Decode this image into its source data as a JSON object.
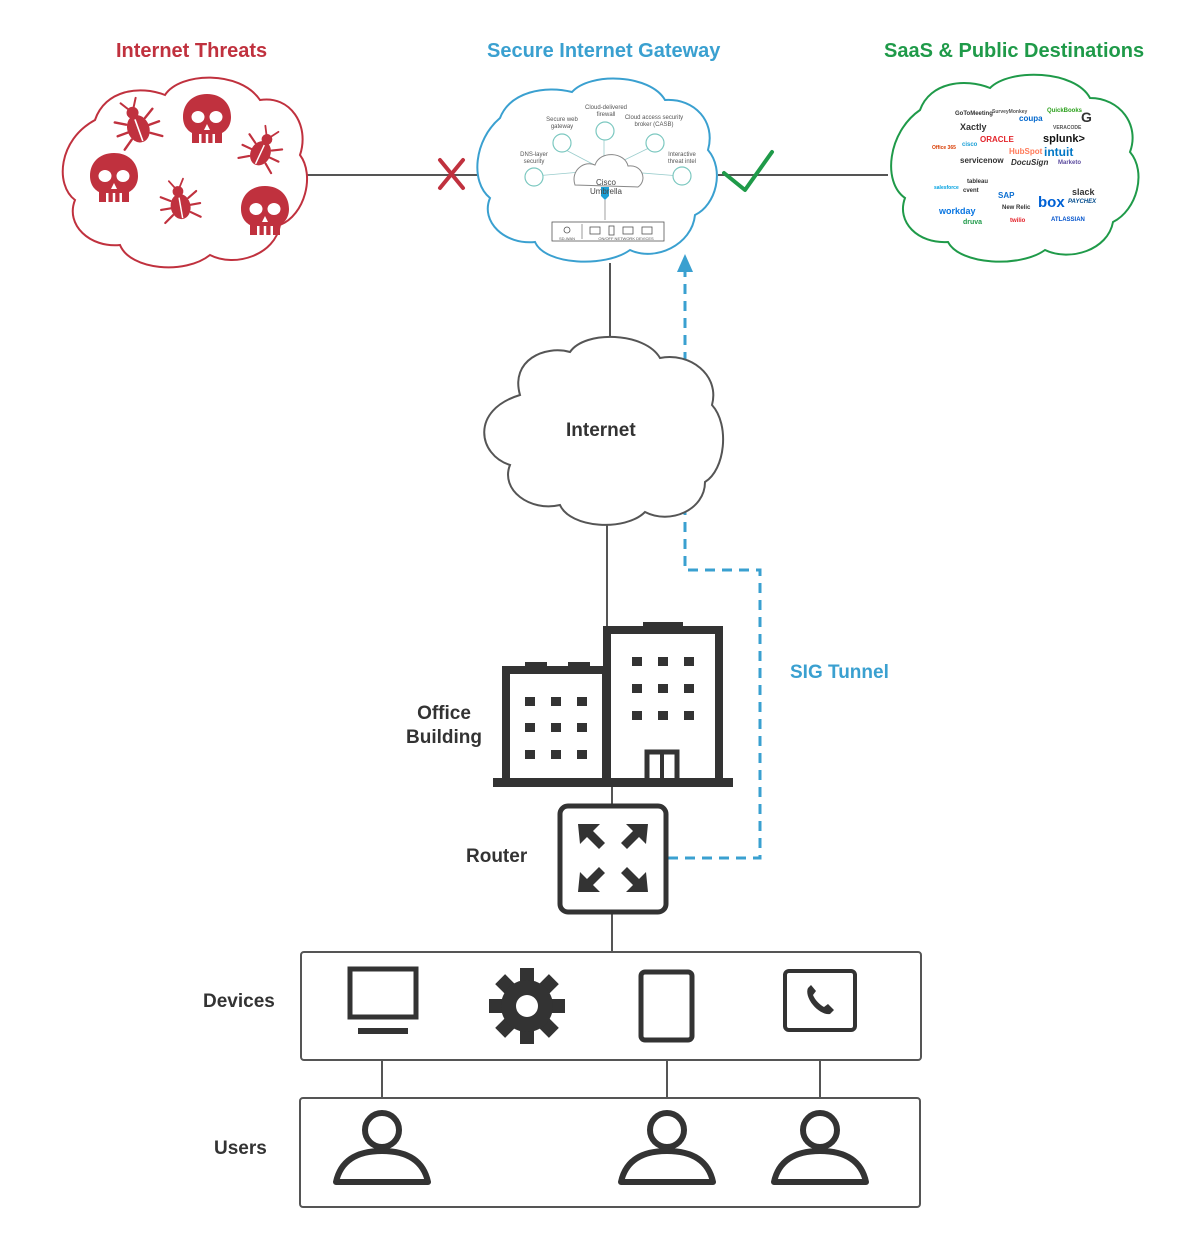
{
  "headings": {
    "threats": "Internet Threats",
    "gateway": "Secure Internet Gateway",
    "saas": "SaaS & Public Destinations"
  },
  "labels": {
    "internet": "Internet",
    "office_building_line1": "Office",
    "office_building_line2": "Building",
    "router": "Router",
    "devices": "Devices",
    "users": "Users",
    "sig_tunnel": "SIG Tunnel"
  },
  "umbrella": {
    "center_line1": "Cisco",
    "center_line2": "Umbrella",
    "features": {
      "fw": "Cloud-delivered firewall",
      "swg": "Secure web gateway",
      "casb": "Cloud access security broker (CASB)",
      "dns": "DNS-layer security",
      "intel": "Interactive threat intel"
    },
    "bottom_left": "SD-WAN",
    "bottom_right": "ON/OFF NETWORK DEVICES"
  },
  "saas_logos": [
    {
      "text": "GoToMeeting",
      "color": "#333333"
    },
    {
      "text": "SurveyMonkey",
      "color": "#555555"
    },
    {
      "text": "QuickBooks",
      "color": "#2ca01c"
    },
    {
      "text": "G",
      "color": "#333333"
    },
    {
      "text": "Xactly",
      "color": "#333333"
    },
    {
      "text": "coupa",
      "color": "#0066cc"
    },
    {
      "text": "VERACODE",
      "color": "#555555"
    },
    {
      "text": "Office 365",
      "color": "#d83b01"
    },
    {
      "text": "cisco",
      "color": "#1ba0d7"
    },
    {
      "text": "ORACLE",
      "color": "#e3242b"
    },
    {
      "text": "splunk>",
      "color": "#111111"
    },
    {
      "text": "servicenow",
      "color": "#333333"
    },
    {
      "text": "HubSpot",
      "color": "#ff7a59"
    },
    {
      "text": "intuit",
      "color": "#0077c5"
    },
    {
      "text": "DocuSign",
      "color": "#333333"
    },
    {
      "text": "Marketo",
      "color": "#5c4c9f"
    },
    {
      "text": "tableau",
      "color": "#333333"
    },
    {
      "text": "salesforce",
      "color": "#00a1e0"
    },
    {
      "text": "cvent",
      "color": "#333333"
    },
    {
      "text": "SAP",
      "color": "#0a6ed1"
    },
    {
      "text": "slack",
      "color": "#333333"
    },
    {
      "text": "box",
      "color": "#0061d5"
    },
    {
      "text": "workday",
      "color": "#0875e1"
    },
    {
      "text": "New Relic",
      "color": "#333333"
    },
    {
      "text": "PAYCHEX",
      "color": "#004b8d"
    },
    {
      "text": "druva",
      "color": "#1f9a49"
    },
    {
      "text": "twilio",
      "color": "#e31e26"
    },
    {
      "text": "ATLASSIAN",
      "color": "#0052cc"
    }
  ],
  "colors": {
    "threat_red": "#c0313e",
    "gateway_blue": "#3aa0d0",
    "saas_green": "#1f9a49",
    "dark": "#333333",
    "line": "#555555"
  },
  "icons": {
    "threats": [
      "bug-icon",
      "skull-icon",
      "bug-icon",
      "skull-icon",
      "bug-icon",
      "skull-icon"
    ],
    "devices": [
      "monitor-icon",
      "gear-icon",
      "tablet-icon",
      "phone-icon"
    ],
    "users": [
      "user-icon",
      "user-icon",
      "user-icon"
    ]
  }
}
